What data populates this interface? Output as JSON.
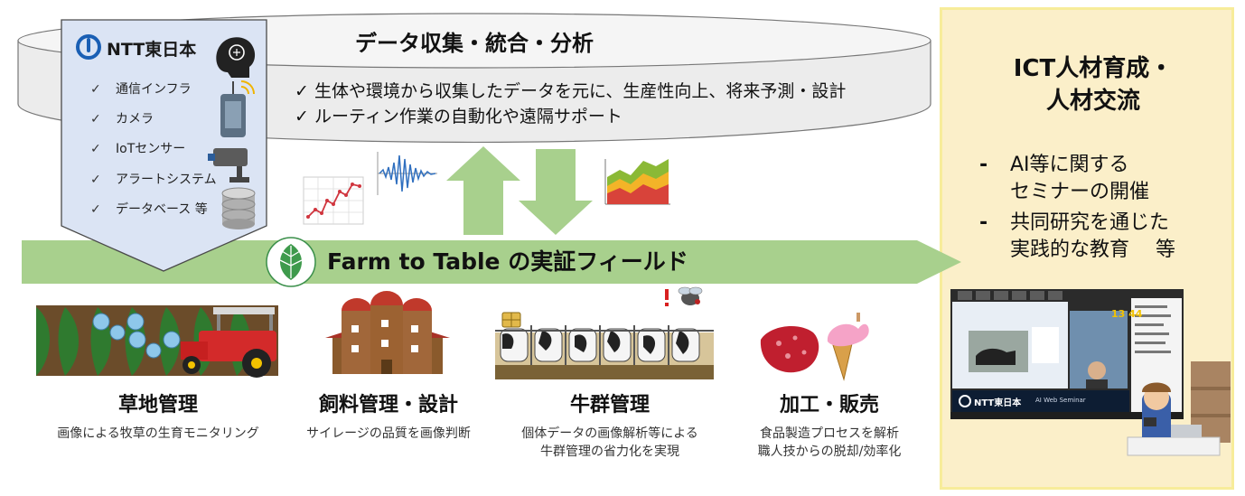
{
  "header": {
    "title": "データ収集・統合・分析"
  },
  "analysis_points": [
    "✓ 生体や環境から収集したデータを元に、生産性向上、将来予測・設計",
    "✓ ルーティン作業の自動化や遠隔サポート"
  ],
  "provider": {
    "brand": "NTT東日本",
    "items": [
      "通信インフラ",
      "カメラ",
      "IoTセンサー",
      "アラートシステム",
      "データベース 等"
    ]
  },
  "field": {
    "title": "Farm to Table の実証フィールド"
  },
  "sections": [
    {
      "title": "草地管理",
      "desc": [
        "画像による牧草の生育モニタリング"
      ]
    },
    {
      "title": "飼料管理・設計",
      "desc": [
        "サイレージの品質を画像判断"
      ]
    },
    {
      "title": "牛群管理",
      "desc": [
        "個体データの画像解析等による",
        "牛群管理の省力化を実現"
      ]
    },
    {
      "title": "加工・販売",
      "desc": [
        "食品製造プロセスを解析",
        "職人技からの脱却/効率化"
      ]
    }
  ],
  "education": {
    "title_lines": [
      "ICT人材育成・",
      "人材交流"
    ],
    "bullets": [
      {
        "dash": "-",
        "lines": [
          "AI等に関する",
          "セミナーの開催"
        ]
      },
      {
        "dash": "-",
        "lines": [
          "共同研究を通じた",
          "実践的な教育　 等"
        ]
      }
    ],
    "screen": {
      "brand": "NTT東日本",
      "caption": "AI Web Seminar",
      "clock": "13 44"
    }
  },
  "colors": {
    "band": "#a8d08d",
    "panel": "#fbefc9",
    "shield": "#dde6f5",
    "disk": "#ebebeb"
  }
}
